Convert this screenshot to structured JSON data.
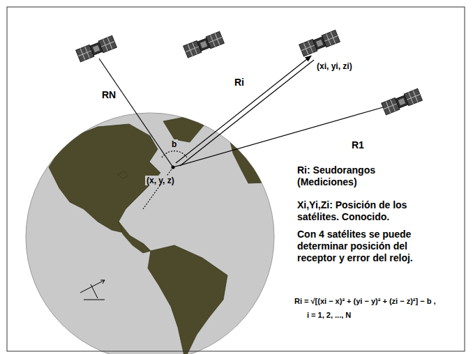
{
  "diagram": {
    "labels": [
      "RN",
      "Ri",
      "(xi, yi, zi)",
      "R1",
      "b",
      "(x, y, z)",
      "Ri: Seudorangos (Mediciones)",
      "Xi,Yi,Zi: Posición de los satélites. Conocido.",
      "Con 4 satélites se puede determinar posición del receptor y error del reloj.",
      "Ri = √[(xi − x)² + (yi − y)² + (zi − z)²] − b ,",
      "i = 1, 2, ..., N"
    ]
  }
}
